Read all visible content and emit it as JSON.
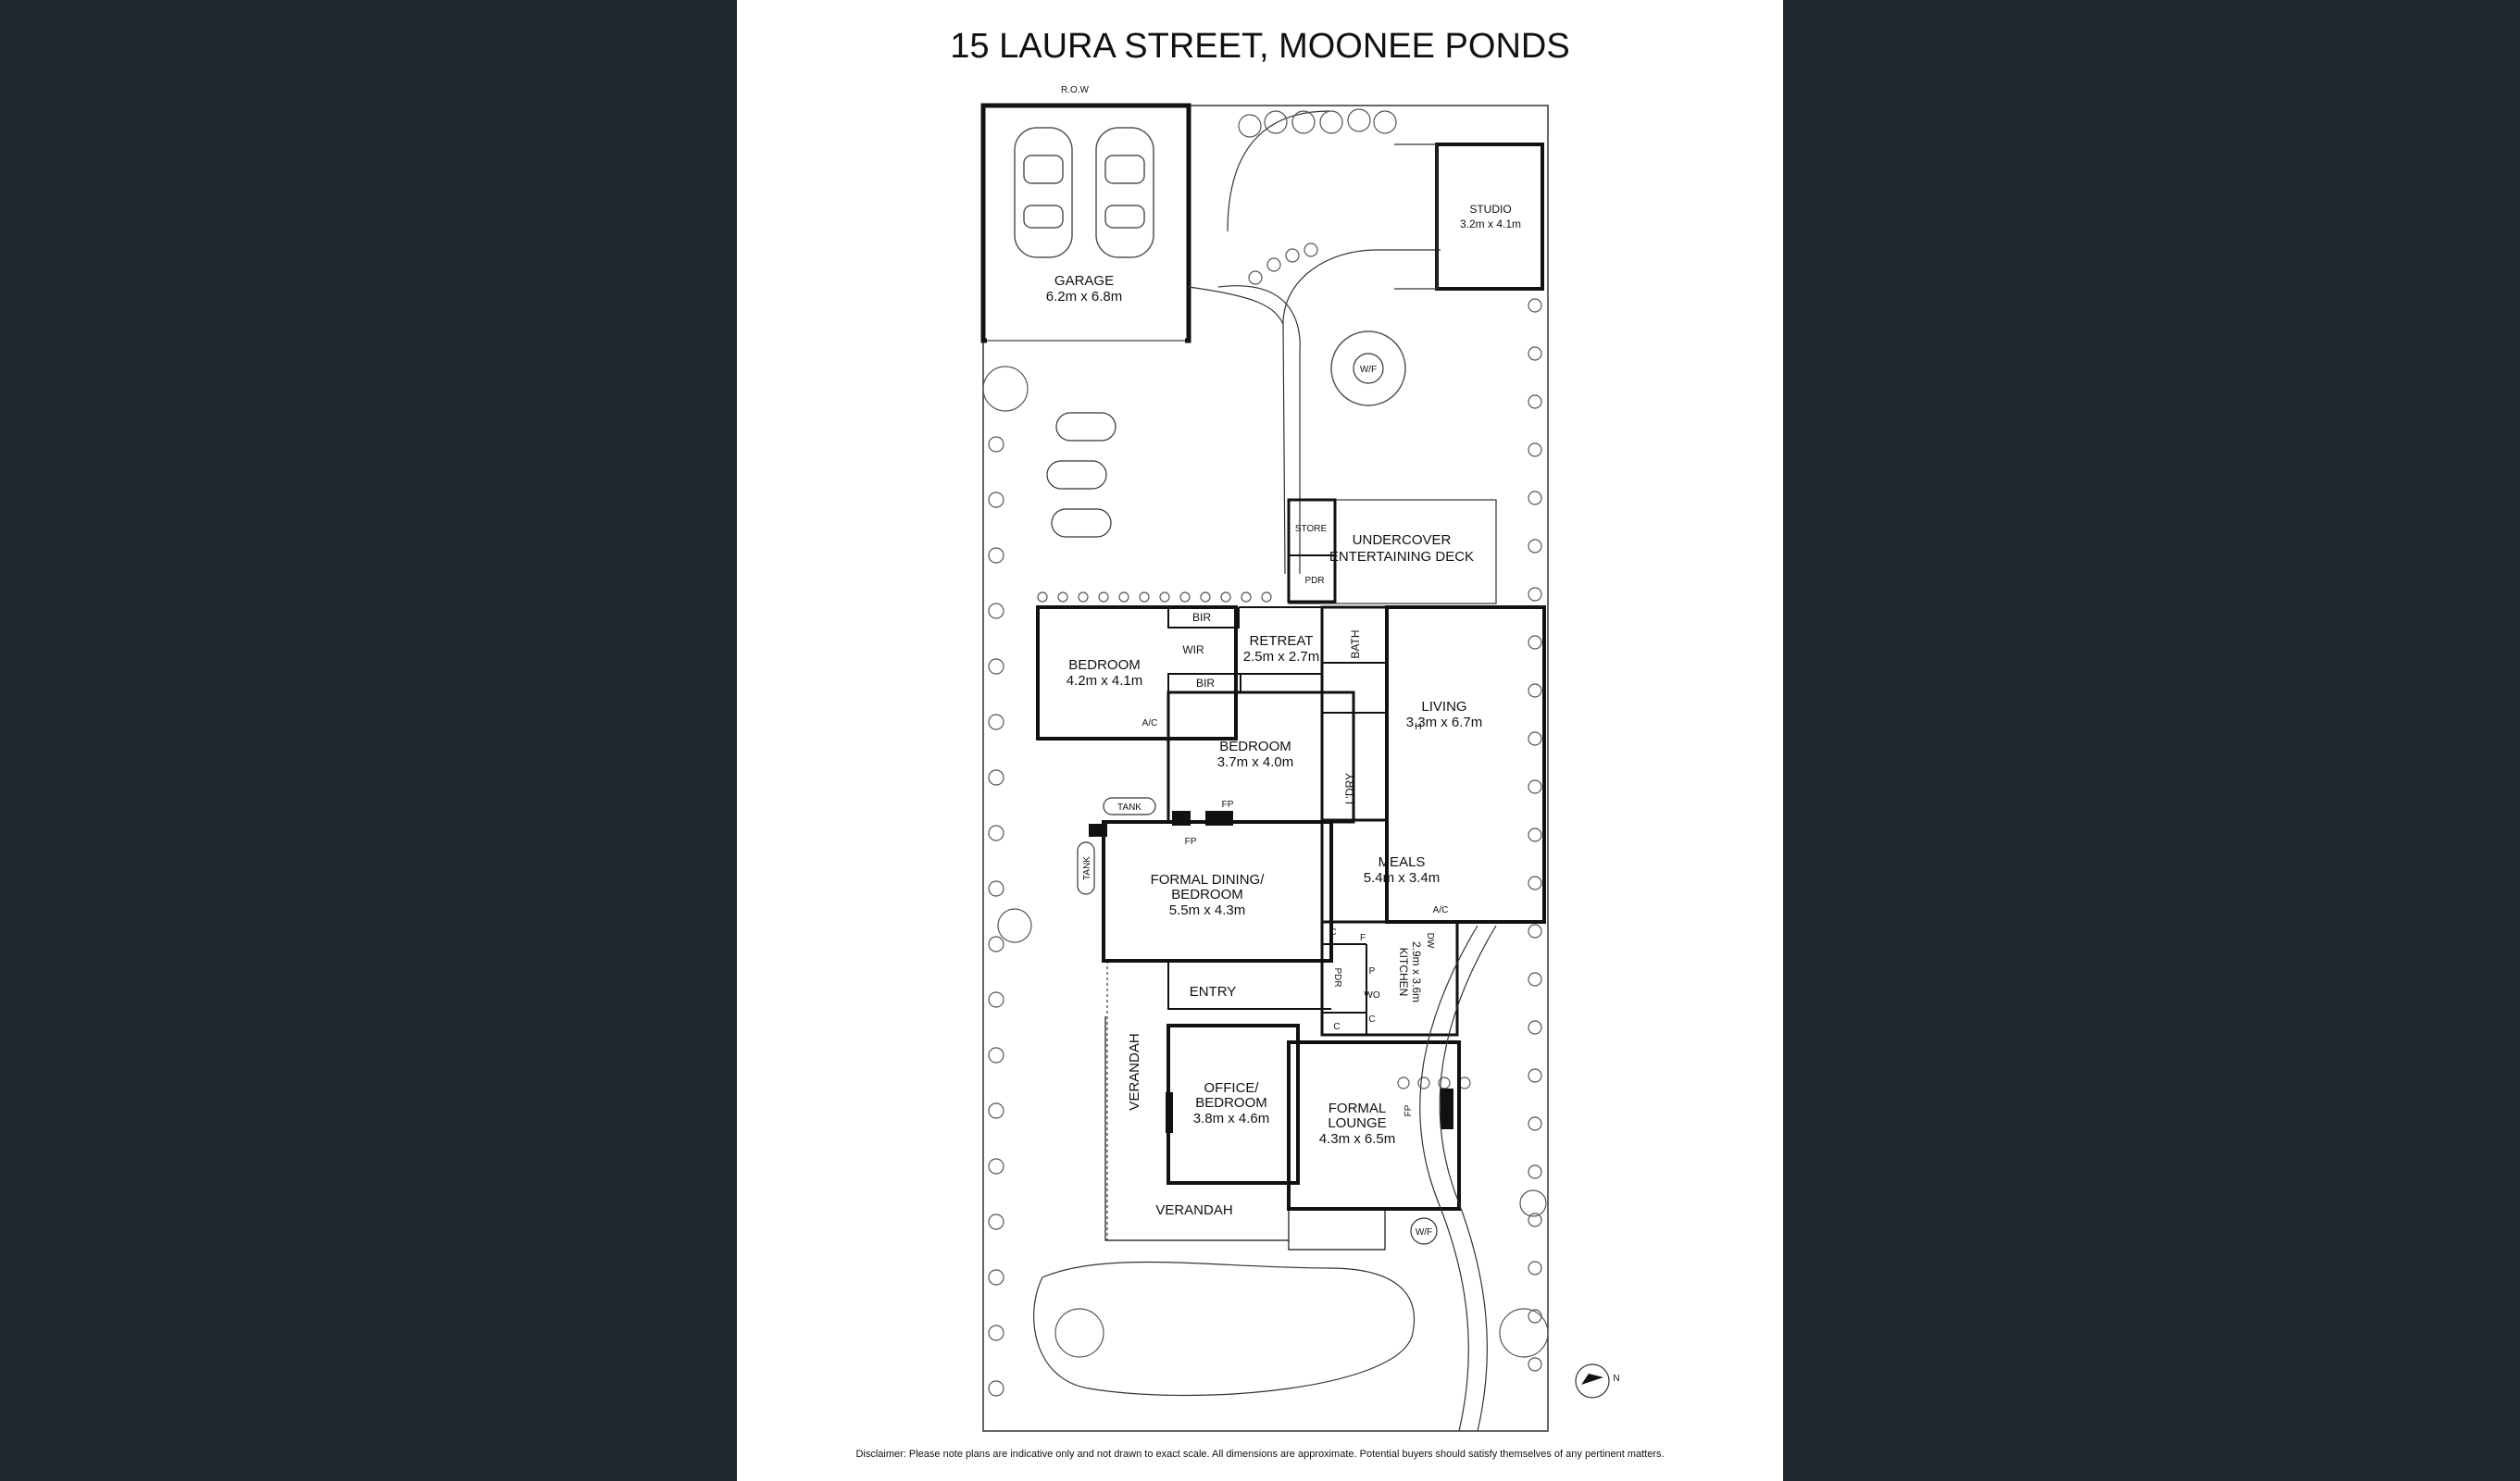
{
  "title": "15 LAURA STREET, MOONEE PONDS",
  "row_label": "R.O.W",
  "rooms": {
    "garage": {
      "name": "GARAGE",
      "dims": "6.2m x 6.8m"
    },
    "studio": {
      "name": "STUDIO",
      "dims": "3.2m x 4.1m"
    },
    "undercover": {
      "name1": "UNDERCOVER",
      "name2": "ENTERTAINING DECK"
    },
    "store": {
      "name": "STORE"
    },
    "pdr_rear": {
      "name": "PDR"
    },
    "bedroom1": {
      "name": "BEDROOM",
      "dims": "4.2m x 4.1m"
    },
    "bir1": {
      "name": "BIR"
    },
    "wir": {
      "name": "WIR"
    },
    "retreat": {
      "name": "RETREAT",
      "dims": "2.5m x 2.7m"
    },
    "bath": {
      "name": "BATH"
    },
    "bir2": {
      "name": "BIR"
    },
    "living": {
      "name": "LIVING",
      "dims": "3.3m x 6.7m"
    },
    "ac1": {
      "name": "A/C"
    },
    "bedroom2": {
      "name": "BEDROOM",
      "dims": "3.7m x 4.0m"
    },
    "ldry": {
      "name": "L'DRY"
    },
    "tank1": {
      "name": "TANK"
    },
    "tank2": {
      "name": "TANK"
    },
    "fp1": {
      "name": "FP"
    },
    "fp2": {
      "name": "FP"
    },
    "fp3": {
      "name": "FP"
    },
    "meals": {
      "name": "MEALS",
      "dims": "5.4m x 3.4m"
    },
    "dining": {
      "name1": "FORMAL DINING/",
      "name2": "BEDROOM",
      "dims": "5.5m x 4.3m"
    },
    "ac2": {
      "name": "A/C"
    },
    "kitchen": {
      "name": "KITCHEN",
      "dims": "2.9m x 3.6m"
    },
    "dw": {
      "name": "DW"
    },
    "pdr_front": {
      "name": "PDR"
    },
    "wo": {
      "name": "WO"
    },
    "entry": {
      "name": "ENTRY"
    },
    "office": {
      "name1": "OFFICE/",
      "name2": "BEDROOM",
      "dims": "3.8m x 4.6m"
    },
    "lounge": {
      "name1": "FORMAL",
      "name2": "LOUNGE",
      "dims": "4.3m x 6.5m"
    },
    "verandah_side": {
      "name": "VERANDAH"
    },
    "verandah_front": {
      "name": "VERANDAH"
    },
    "wf1": {
      "name": "W/F"
    },
    "wf2": {
      "name": "W/F"
    }
  },
  "fixture_codes": {
    "c": "C",
    "f": "F",
    "p": "P",
    "h": "H"
  },
  "compass_label": "N",
  "disclaimer": "Disclaimer: Please note plans are indicative only and not drawn to exact scale. All dimensions are approximate. Potential buyers should satisfy themselves of any pertinent matters."
}
